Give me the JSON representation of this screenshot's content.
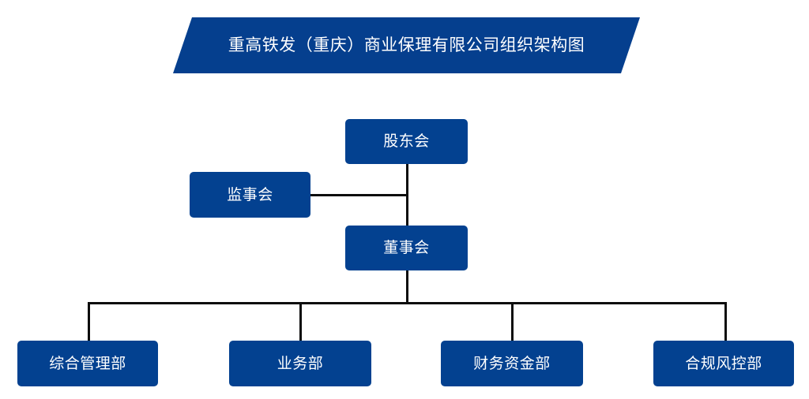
{
  "document": {
    "title": "重高铁发（重庆）商业保理有限公司组织架构图",
    "type": "organization-chart",
    "background_color": "#ffffff"
  },
  "theme": {
    "node_fill": "#034190",
    "banner_fill": "#053f8e",
    "node_text_color": "#ffffff",
    "connector_color": "#0d0d0d"
  },
  "banner": {
    "label": "重高铁发（重庆）商业保理有限公司组织架构图"
  },
  "nodes": {
    "shareholders": {
      "label": "股东会",
      "level": 1
    },
    "supervisors": {
      "label": "监事会",
      "level": 2
    },
    "directors": {
      "label": "董事会",
      "level": 2
    },
    "departments": [
      {
        "label": "综合管理部",
        "level": 3
      },
      {
        "label": "业务部",
        "level": 3
      },
      {
        "label": "财务资金部",
        "level": 3
      },
      {
        "label": "合规风控部",
        "level": 3
      }
    ]
  },
  "connections": [
    {
      "from": "股东会",
      "to": "董事会"
    },
    {
      "from": "监事会",
      "to": "董事会"
    },
    {
      "from": "董事会",
      "to": "综合管理部"
    },
    {
      "from": "董事会",
      "to": "业务部"
    },
    {
      "from": "董事会",
      "to": "财务资金部"
    },
    {
      "from": "董事会",
      "to": "合规风控部"
    }
  ]
}
